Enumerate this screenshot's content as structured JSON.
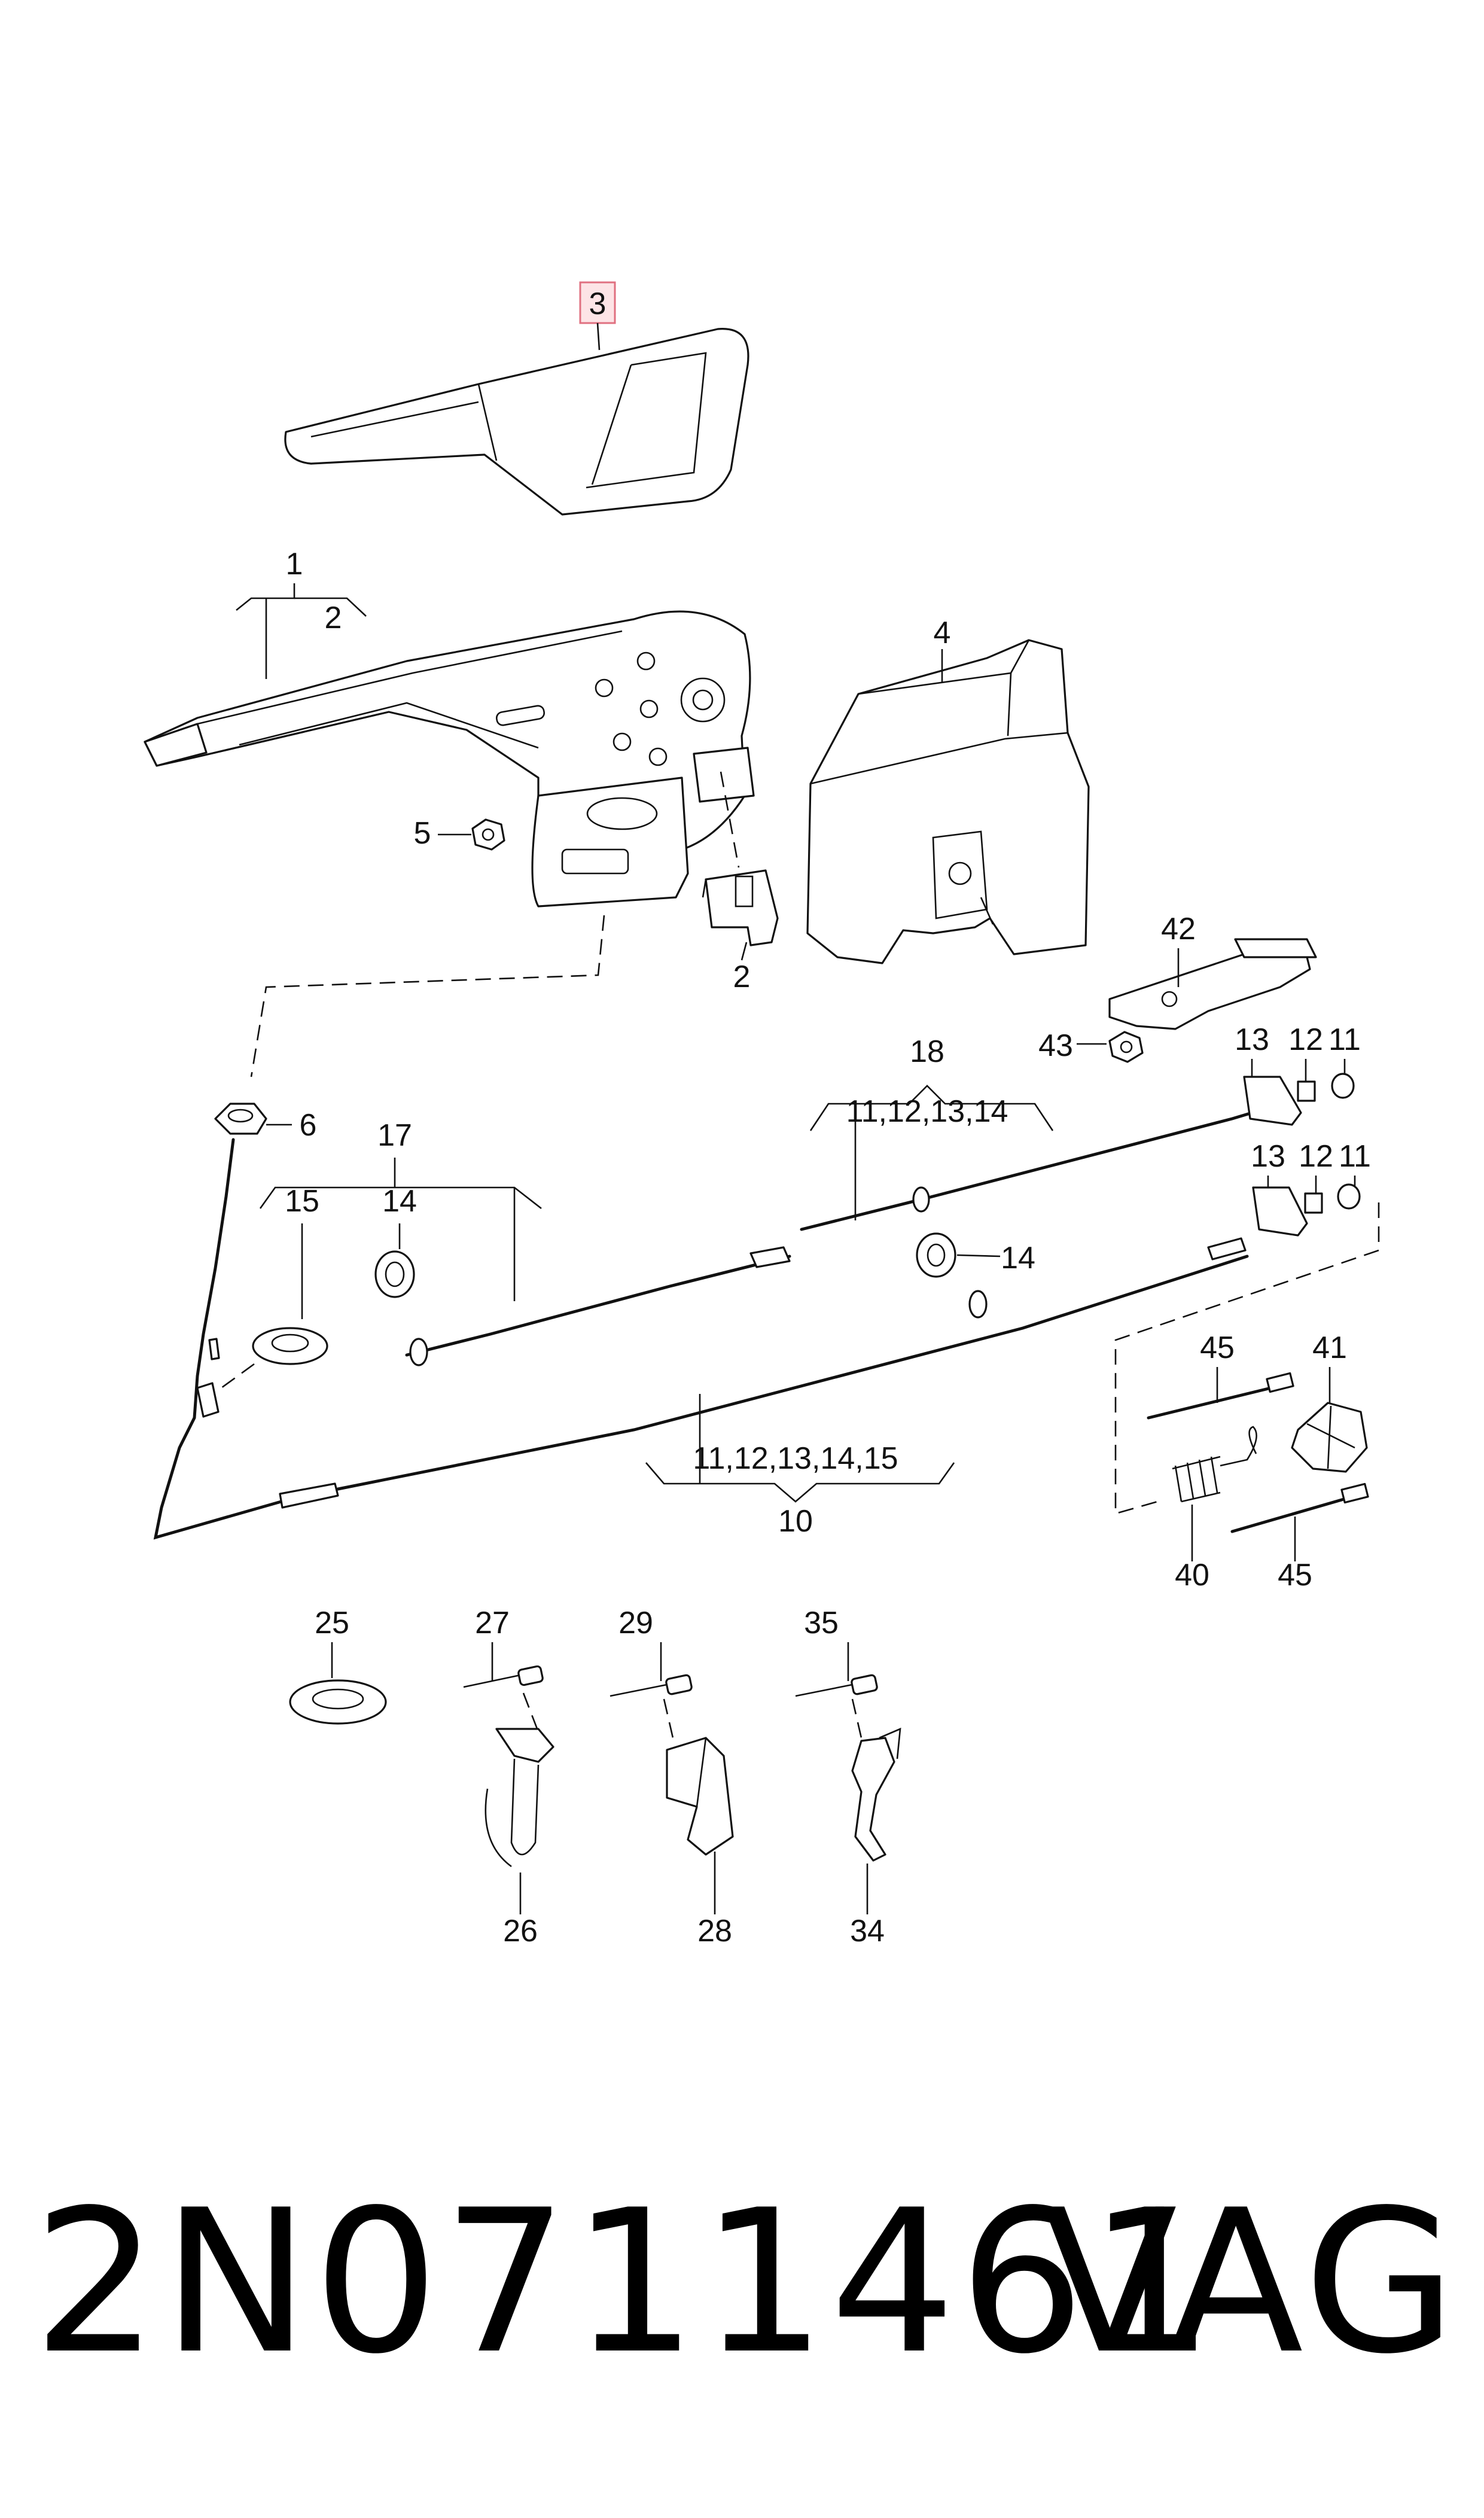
{
  "diagram": {
    "callouts": {
      "c3": "3",
      "c1": "1",
      "c2_top": "2",
      "c4": "4",
      "c5": "5",
      "c2_switch": "2",
      "c6": "6",
      "c42": "42",
      "c43": "43",
      "c18": "18",
      "c18_sub": "11,12,13,14",
      "c13_a": "13",
      "c12_a": "12",
      "c11_a": "11",
      "c13_b": "13",
      "c12_b": "12",
      "c11_b": "11",
      "c17": "17",
      "c15": "15",
      "c14_left": "14",
      "c14_right": "14",
      "c10_sub": "11,12,13,14,15",
      "c10": "10",
      "c45_top": "45",
      "c41": "41",
      "c40": "40",
      "c45_bottom": "45",
      "c25": "25",
      "c27": "27",
      "c29": "29",
      "c35": "35",
      "c26": "26",
      "c28": "28",
      "c34": "34"
    }
  },
  "footer": {
    "part_number": "2N0711461",
    "brand": "VAG"
  },
  "colors": {
    "highlight_fill": "#fde4e6",
    "highlight_border": "#e07080",
    "line": "#111111"
  }
}
